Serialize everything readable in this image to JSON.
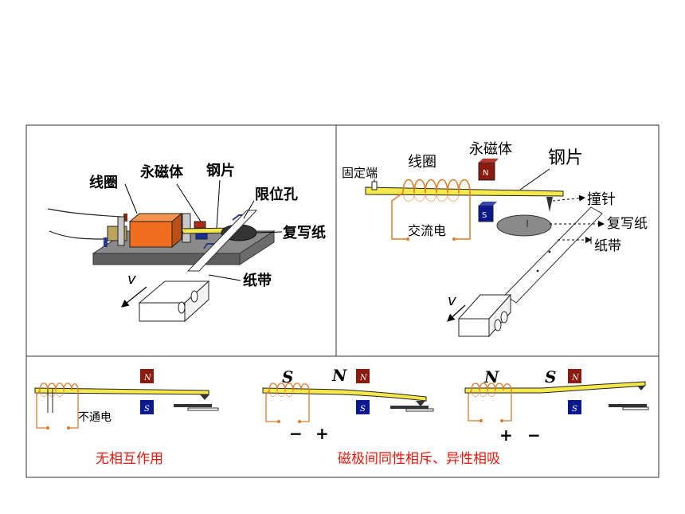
{
  "panel_tl": {
    "coil": "线圈",
    "magnet": "永磁体",
    "steel_strip": "钢片",
    "limit_hole": "限位孔",
    "carbon_paper": "复写纸",
    "paper_tape": "纸带",
    "velocity": "v"
  },
  "panel_tr": {
    "fixed_end": "固定端",
    "coil": "线圈",
    "magnet": "永磁体",
    "steel_strip": "钢片",
    "needle": "撞针",
    "carbon_paper": "复写纸",
    "paper_tape": "纸带",
    "ac_power": "交流电",
    "pole_n": "N",
    "pole_s": "S",
    "velocity": "v"
  },
  "panel_bottom": {
    "left": {
      "no_current": "不通电",
      "pole_n": "N",
      "pole_s": "S"
    },
    "mid": {
      "coil_pole": "S",
      "strip_pole": "N",
      "pole_n": "N",
      "pole_s": "S",
      "sign_left": "−",
      "sign_right": "+"
    },
    "right": {
      "coil_pole": "N",
      "strip_pole": "S",
      "pole_n": "N",
      "pole_s": "S",
      "sign_left": "+",
      "sign_right": "−"
    },
    "caption_left": "无相互作用",
    "caption_right": "磁极间同性相斥、异性相吸"
  },
  "colors": {
    "caption_red": "#e8170b",
    "strip_yellow": "#f4e84a",
    "coil_orange": "#e07a28",
    "magnet_n": "#8b1a10",
    "magnet_s": "#0a1a8c"
  }
}
